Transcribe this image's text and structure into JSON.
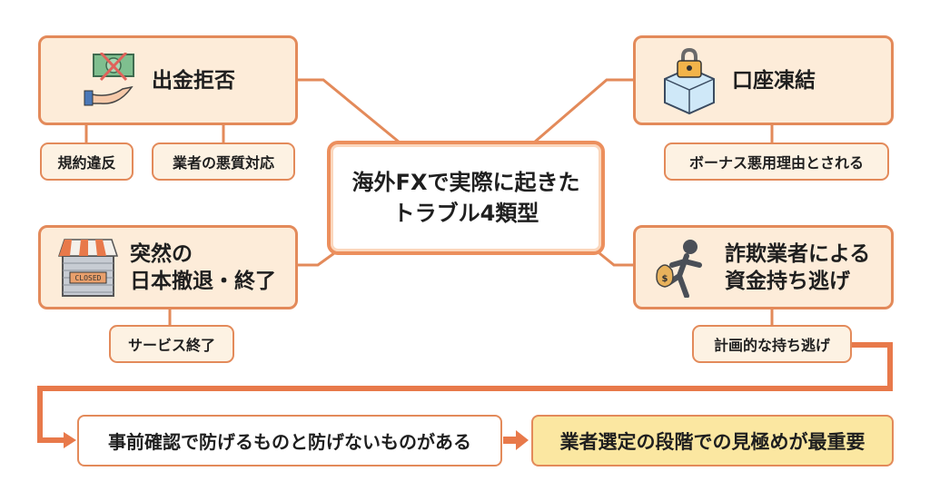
{
  "center": {
    "line1": "海外FXで実際に起きた",
    "line2": "トラブル4類型"
  },
  "types": [
    {
      "title": "出金拒否",
      "icon": "money-refused-icon",
      "chips": [
        "規約違反",
        "業者の悪質対応"
      ]
    },
    {
      "title": "口座凍結",
      "icon": "frozen-lock-icon",
      "chips": [
        "ボーナス悪用理由とされる"
      ]
    },
    {
      "title_line1": "突然の",
      "title_line2": "日本撤退・終了",
      "icon": "closed-shop-icon",
      "icon_text": "CLOSED",
      "chips": [
        "サービス終了"
      ]
    },
    {
      "title_line1": "詐欺業者による",
      "title_line2": "資金持ち逃げ",
      "icon": "thief-running-icon",
      "chips": [
        "計画的な持ち逃げ"
      ]
    }
  ],
  "flow": {
    "step1": "事前確認で防げるものと防げないものがある",
    "step2": "業者選定の段階での見極めが最重要"
  },
  "colors": {
    "accent": "#e38a5a",
    "card_fill": "#fdecd9",
    "highlight_fill": "#fbe7a1"
  }
}
